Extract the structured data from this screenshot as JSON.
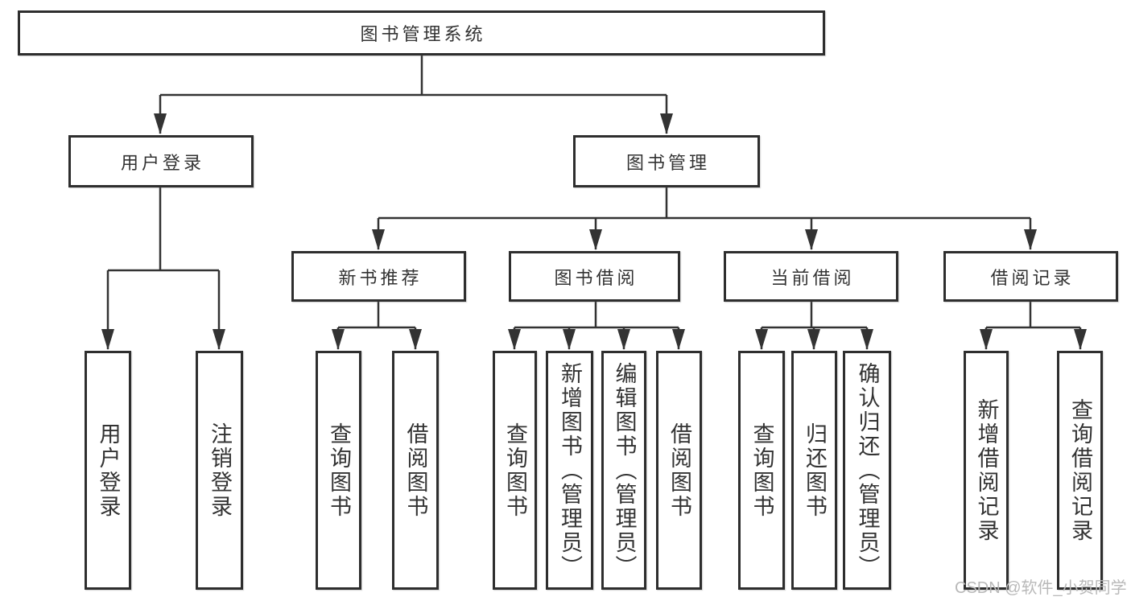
{
  "diagram_type": "tree-structure-chart",
  "colors": {
    "line": "#333333",
    "box_border": "#2e2e2e",
    "text": "#333333",
    "background": "#ffffff",
    "watermark": "#b9b9b9"
  },
  "tree": {
    "label": "图书管理系统",
    "children": [
      {
        "label": "用户登录",
        "children": [
          {
            "label": "用户登录"
          },
          {
            "label": "注销登录"
          }
        ]
      },
      {
        "label": "图书管理",
        "children": [
          {
            "label": "新书推荐",
            "children": [
              {
                "label": "查询图书"
              },
              {
                "label": "借阅图书"
              }
            ]
          },
          {
            "label": "图书借阅",
            "children": [
              {
                "label": "查询图书"
              },
              {
                "label": "新增图书（管理员）"
              },
              {
                "label": "编辑图书（管理员）"
              },
              {
                "label": "借阅图书"
              }
            ]
          },
          {
            "label": "当前借阅",
            "children": [
              {
                "label": "查询图书"
              },
              {
                "label": "归还图书"
              },
              {
                "label": "确认归还（管理员）"
              }
            ]
          },
          {
            "label": "借阅记录",
            "children": [
              {
                "label": "新增借阅记录"
              },
              {
                "label": "查询借阅记录"
              }
            ]
          }
        ]
      }
    ]
  },
  "watermark": {
    "text": "CSDN @软件_小贺同学"
  }
}
